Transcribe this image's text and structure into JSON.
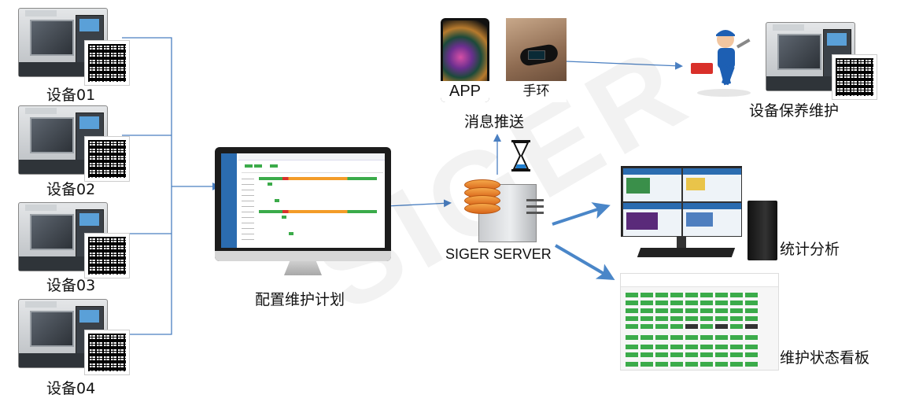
{
  "devices": [
    {
      "label": "设备01"
    },
    {
      "label": "设备02"
    },
    {
      "label": "设备03"
    },
    {
      "label": "设备04"
    }
  ],
  "monitor_caption": "配置维护计划",
  "phone_caption": "APP",
  "band_caption": "手环",
  "push_caption": "消息推送",
  "server_caption": "SIGER SERVER",
  "maintenance_caption": "设备保养维护",
  "stats_caption": "统计分析",
  "kanban_caption": "维护状态看板",
  "watermark": "SIGER",
  "colors": {
    "arrow": "#4a7fc1",
    "connector": "#4a7fc1",
    "orange": "#f39c28",
    "green": "#3bab4a"
  }
}
